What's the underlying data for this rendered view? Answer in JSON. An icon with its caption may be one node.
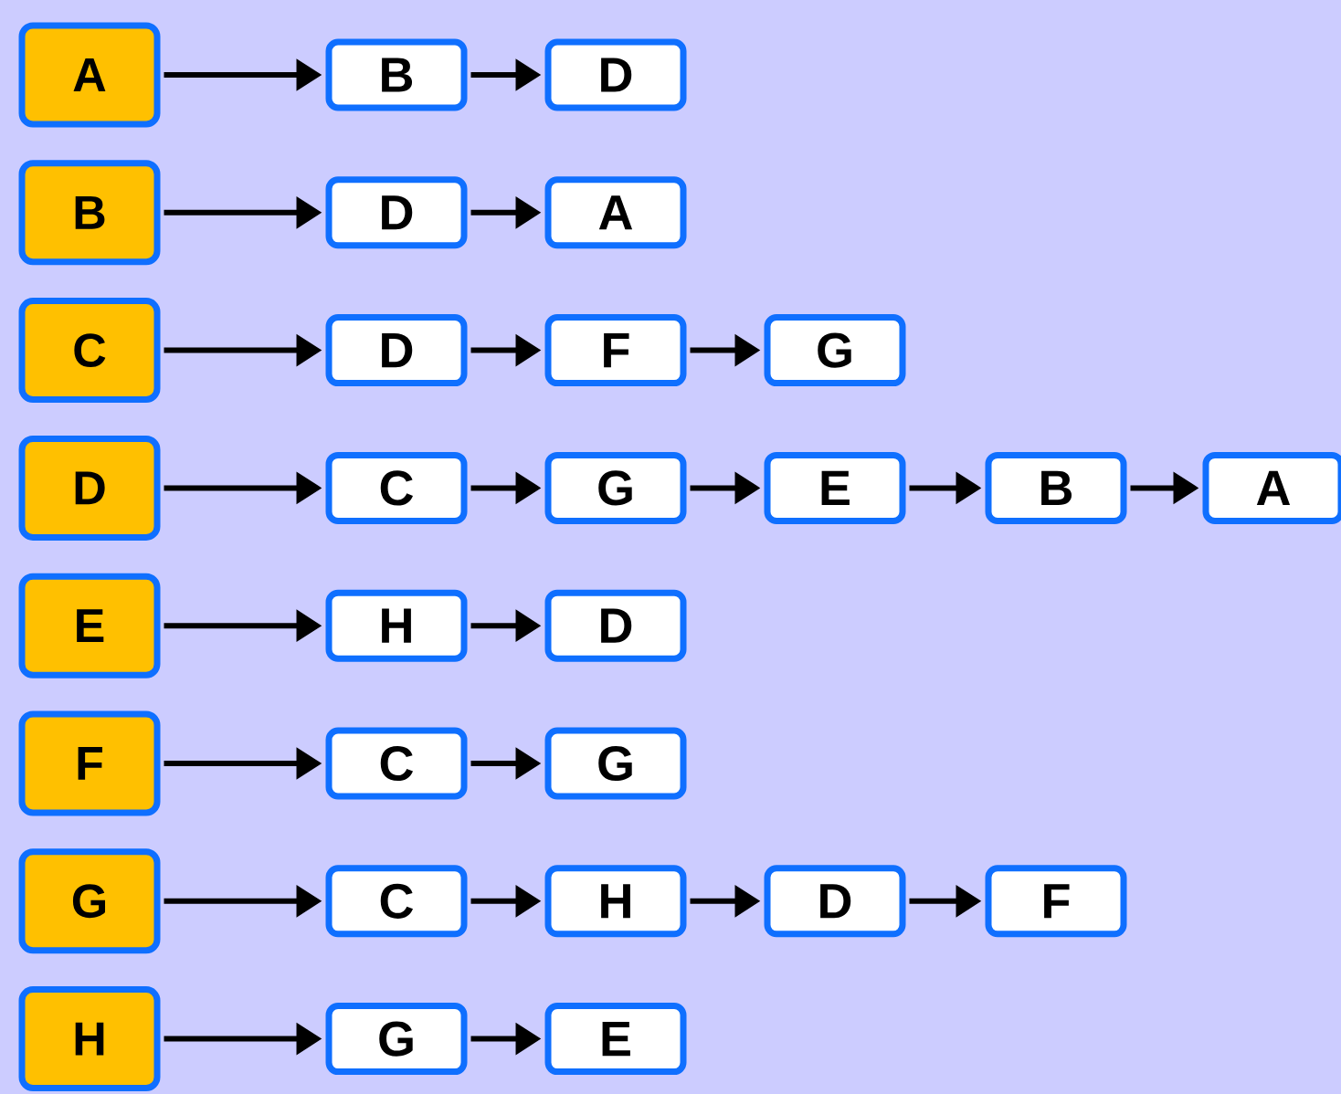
{
  "diagram": {
    "nodes": [
      {
        "text": [
          "A"
        ]
      },
      {
        "text": [
          "B"
        ]
      },
      {
        "text": [
          "D"
        ]
      },
      {
        "text": [
          "B"
        ]
      },
      {
        "text": [
          "D"
        ]
      },
      {
        "text": [
          "A"
        ]
      },
      {
        "text": [
          "C"
        ]
      },
      {
        "text": [
          "D"
        ]
      },
      {
        "text": [
          "F"
        ]
      },
      {
        "text": [
          "G"
        ]
      },
      {
        "text": [
          "D"
        ]
      },
      {
        "text": [
          "C"
        ]
      },
      {
        "text": [
          "G"
        ]
      },
      {
        "text": [
          "E"
        ]
      },
      {
        "text": [
          "B"
        ]
      },
      {
        "text": [
          "A"
        ]
      },
      {
        "text": [
          "E"
        ]
      },
      {
        "text": [
          "H"
        ]
      },
      {
        "text": [
          "D"
        ]
      },
      {
        "text": [
          "F"
        ]
      },
      {
        "text": [
          "C"
        ]
      },
      {
        "text": [
          "G"
        ]
      },
      {
        "text": [
          "G"
        ]
      },
      {
        "text": [
          "C"
        ]
      },
      {
        "text": [
          "H"
        ]
      },
      {
        "text": [
          "D"
        ]
      },
      {
        "text": [
          "F"
        ]
      },
      {
        "text": [
          "H"
        ]
      },
      {
        "text": [
          "G"
        ]
      },
      {
        "text": [
          "E"
        ]
      }
    ],
    "edges": [
      {
        "from": 0,
        "to": 1,
        "arrow": "to"
      },
      {
        "from": 1,
        "to": 2,
        "arrow": "to"
      },
      {
        "from": 3,
        "to": 4,
        "arrow": "to"
      },
      {
        "from": 4,
        "to": 5,
        "arrow": "to"
      },
      {
        "from": 6,
        "to": 7,
        "arrow": "to"
      },
      {
        "from": 7,
        "to": 8,
        "arrow": "to"
      },
      {
        "from": 8,
        "to": 9,
        "arrow": "to"
      },
      {
        "from": 10,
        "to": 11,
        "arrow": "to"
      },
      {
        "from": 11,
        "to": 12,
        "arrow": "to"
      },
      {
        "from": 12,
        "to": 13,
        "arrow": "to"
      },
      {
        "from": 13,
        "to": 14,
        "arrow": "to"
      },
      {
        "from": 14,
        "to": 15,
        "arrow": "to"
      },
      {
        "from": 16,
        "to": 17,
        "arrow": "to"
      },
      {
        "from": 17,
        "to": 18,
        "arrow": "to"
      },
      {
        "from": 19,
        "to": 20,
        "arrow": "to"
      },
      {
        "from": 20,
        "to": 21,
        "arrow": "to"
      },
      {
        "from": 22,
        "to": 23,
        "arrow": "to"
      },
      {
        "from": 23,
        "to": 24,
        "arrow": "to"
      },
      {
        "from": 24,
        "to": 25,
        "arrow": "to"
      },
      {
        "from": 25,
        "to": 26,
        "arrow": "to"
      },
      {
        "from": 27,
        "to": 28,
        "arrow": "to"
      },
      {
        "from": 28,
        "to": 29,
        "arrow": "to"
      }
    ]
  }
}
